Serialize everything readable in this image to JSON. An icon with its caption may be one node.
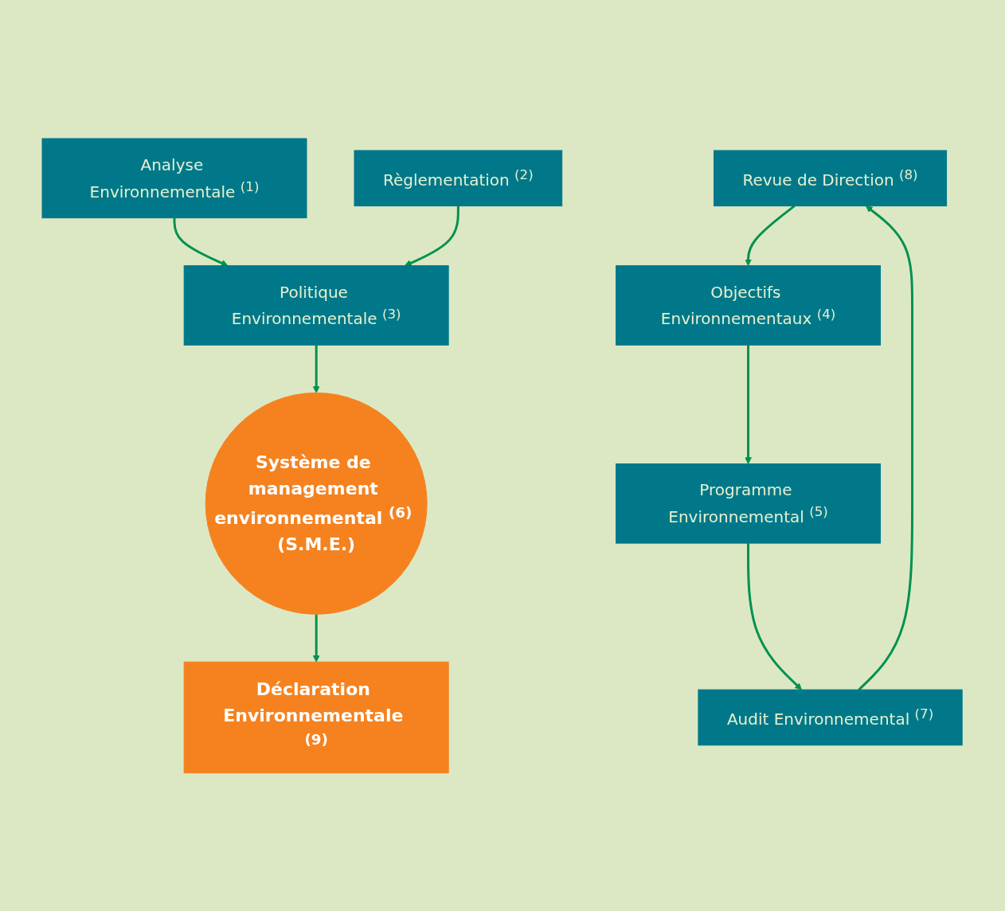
{
  "diagram": {
    "nodes": [
      {
        "text": [
          "Analyse Environnementale $^{(1)}$"
        ]
      },
      {
        "text": [
          "Politique Environnementale $^{(3)}$"
        ]
      },
      {
        "text": [
          "Règlementation $^{(2)}$"
        ]
      },
      {
        "text": [
          "Système de management environnemental $^{(6)}$ (S.M.E.)"
        ]
      },
      {
        "text": [
          "Revue de Direction $^{(8)}$"
        ]
      },
      {
        "text": [
          "Objectifs Environnementaux $^{(4)}$"
        ]
      },
      {
        "text": [
          "Audit Environnemental $^{(7)}$"
        ]
      },
      {
        "text": [
          "Programme Environnemental $^{(5)}$"
        ]
      },
      {
        "text": [
          "Déclaration Environnementale $^{(9)}$"
        ]
      }
    ],
    "edges": [
      {
        "from": 0,
        "to": 1,
        "arrow": "to"
      },
      {
        "from": 2,
        "to": 1,
        "arrow": "to"
      },
      {
        "from": 1,
        "to": 3,
        "arrow": "to"
      },
      {
        "from": 4,
        "to": 5,
        "arrow": "to"
      },
      {
        "from": 5,
        "to": 7,
        "arrow": "to"
      },
      {
        "from": 7,
        "to": 6,
        "arrow": "to"
      },
      {
        "from": 6,
        "to": 4,
        "arrow": "to"
      },
      {
        "from": 3,
        "to": 8,
        "arrow": "to"
      }
    ]
  }
}
